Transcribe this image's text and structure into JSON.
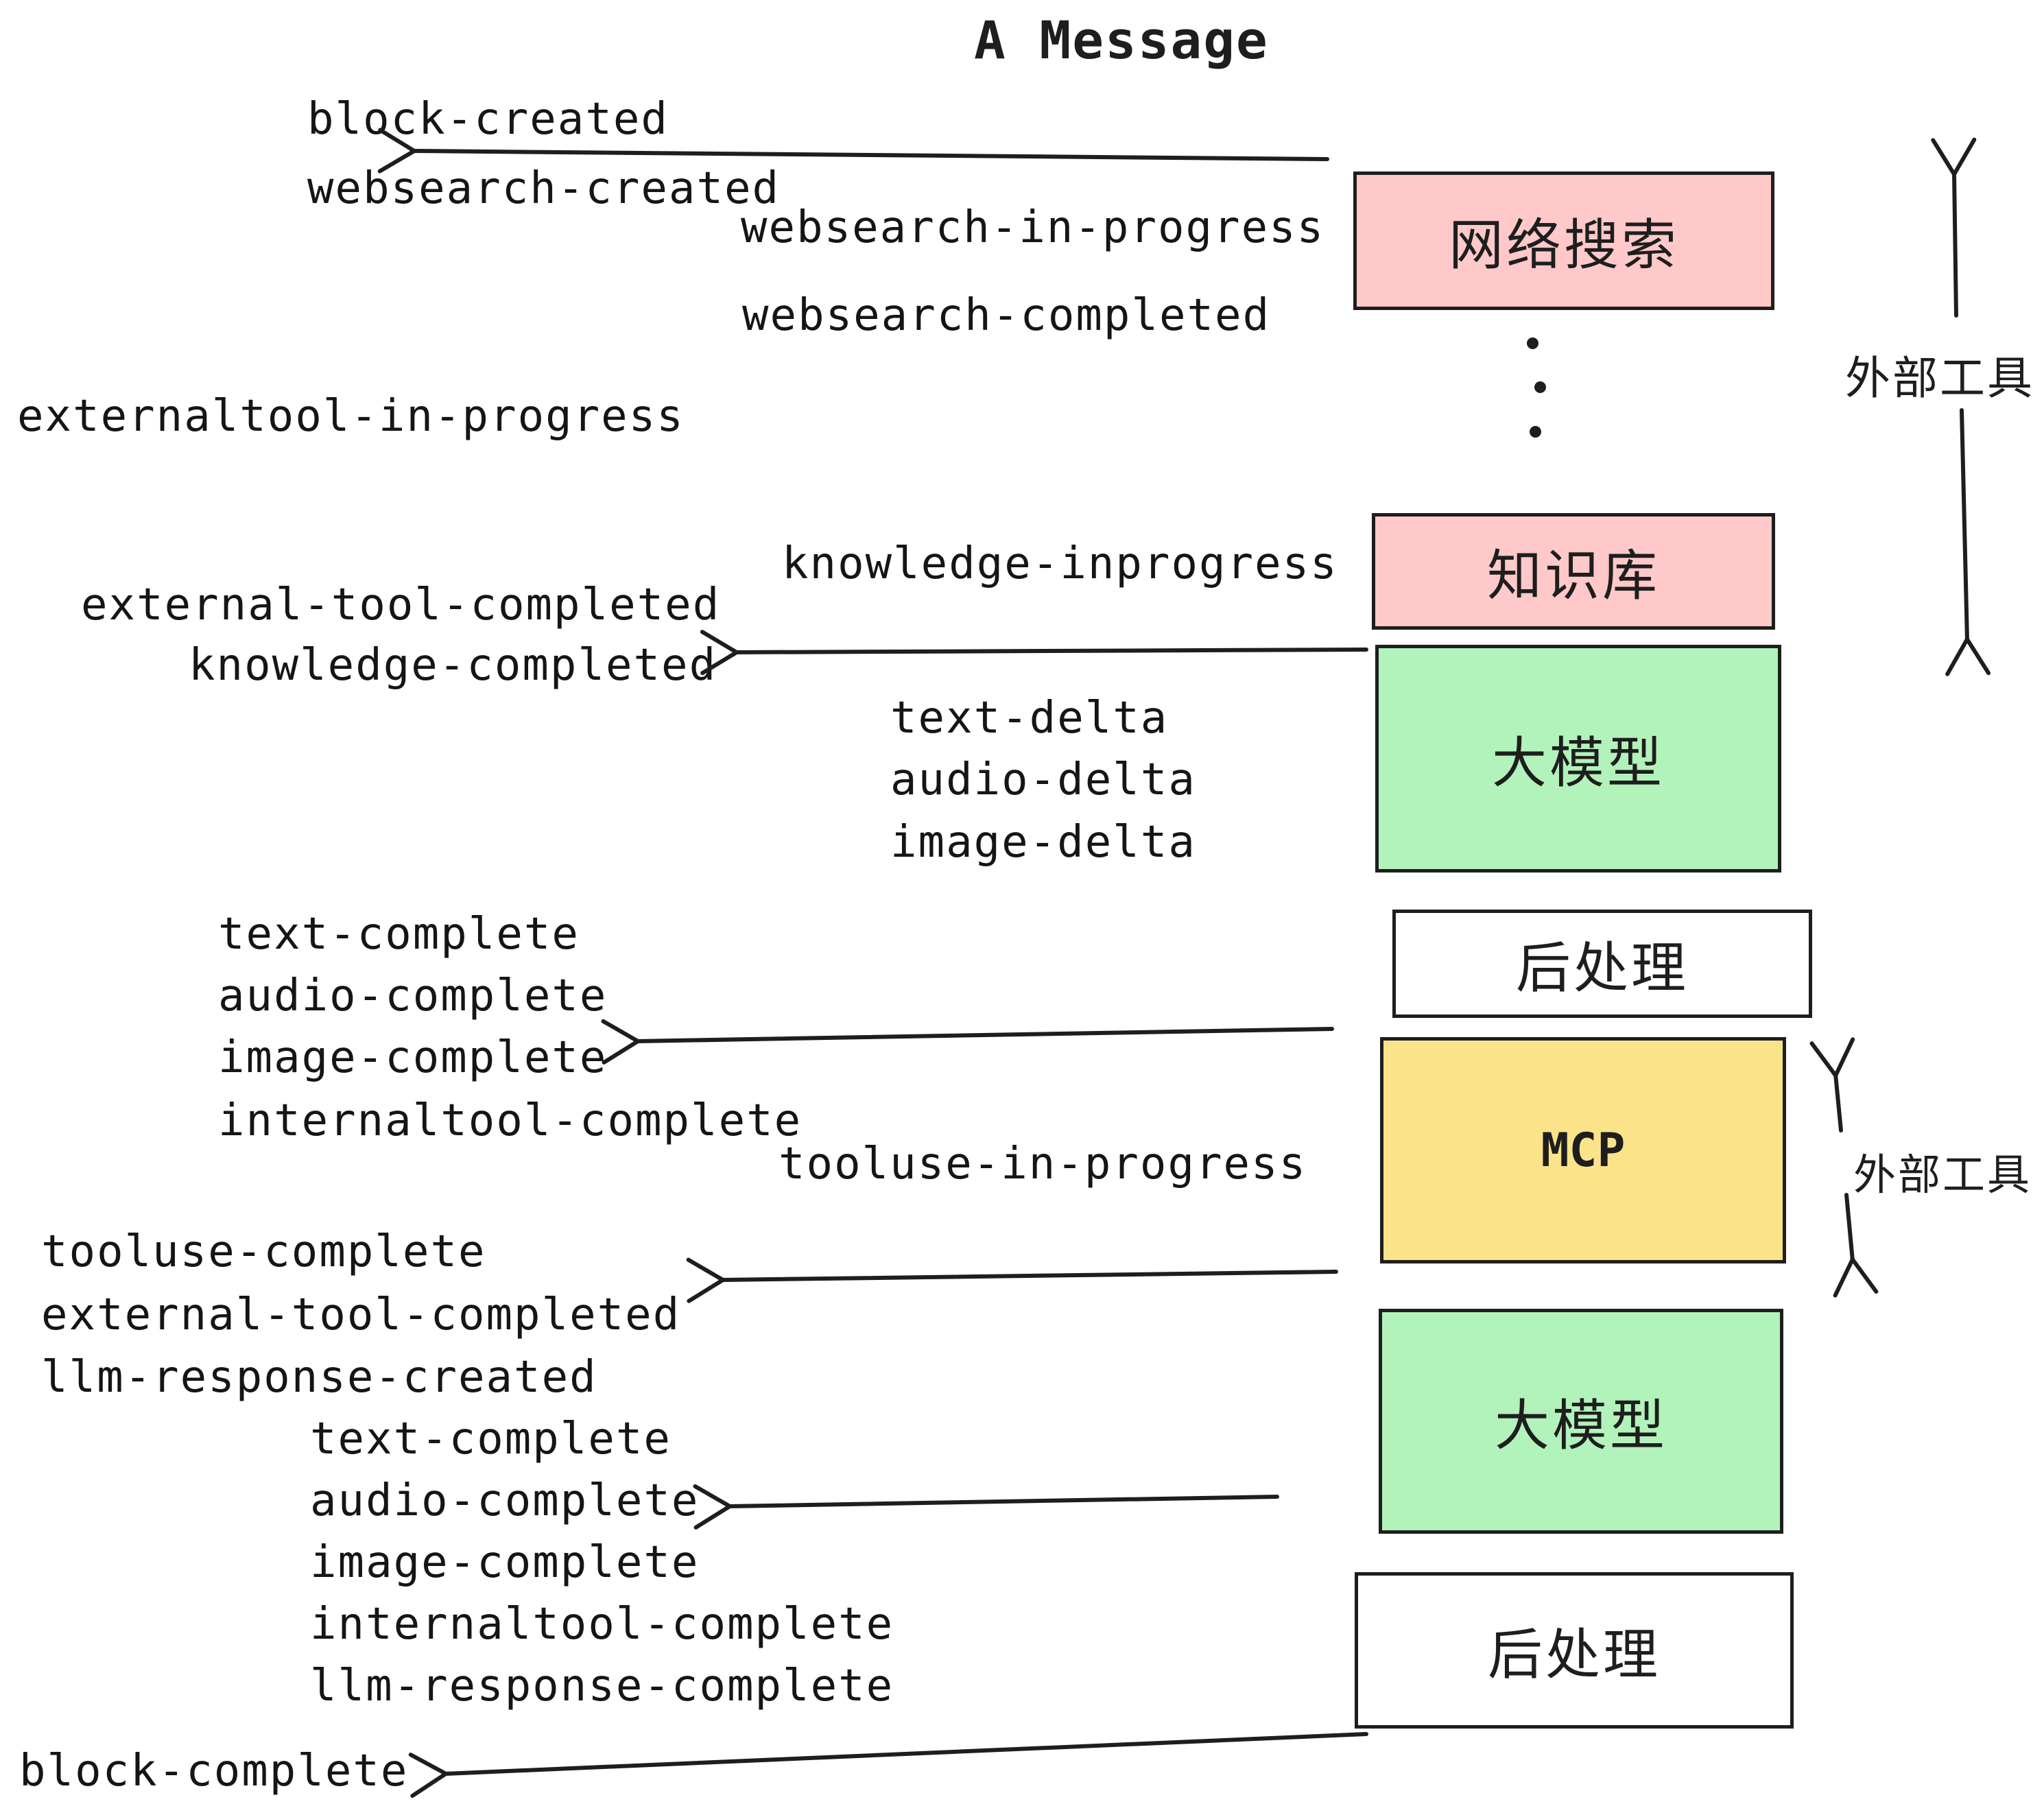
{
  "title": "A Message",
  "events": [
    "block-created",
    "websearch-created",
    "websearch-in-progress",
    "websearch-completed",
    "externaltool-in-progress",
    "knowledge-inprogress",
    "external-tool-completed",
    "knowledge-completed",
    "text-delta",
    "audio-delta",
    "image-delta",
    "text-complete",
    "audio-complete",
    "image-complete",
    "internaltool-complete",
    "tooluse-in-progress",
    "tooluse-complete",
    "external-tool-completed",
    "llm-response-created",
    "text-complete",
    "audio-complete",
    "image-complete",
    "internaltool-complete",
    "llm-response-complete",
    "block-complete"
  ],
  "boxes": [
    {
      "id": "websearch",
      "label": "网络搜索",
      "color": "pink"
    },
    {
      "id": "knowledge",
      "label": "知识库",
      "color": "pink"
    },
    {
      "id": "llm-1",
      "label": "大模型",
      "color": "green"
    },
    {
      "id": "postprocess-1",
      "label": "后处理",
      "color": "white"
    },
    {
      "id": "mcp",
      "label": "MCP",
      "color": "yellow"
    },
    {
      "id": "llm-2",
      "label": "大模型",
      "color": "green"
    },
    {
      "id": "postprocess-2",
      "label": "后处理",
      "color": "white"
    }
  ],
  "annotations": {
    "external_tools_top": "外部工具",
    "external_tools_bottom": "外部工具"
  },
  "colors": {
    "pink": "#ffc9c9",
    "green": "#b2f2bb",
    "yellow": "#fbe38a",
    "white": "#ffffff",
    "stroke": "#1e1e1e",
    "text": "#151515"
  }
}
